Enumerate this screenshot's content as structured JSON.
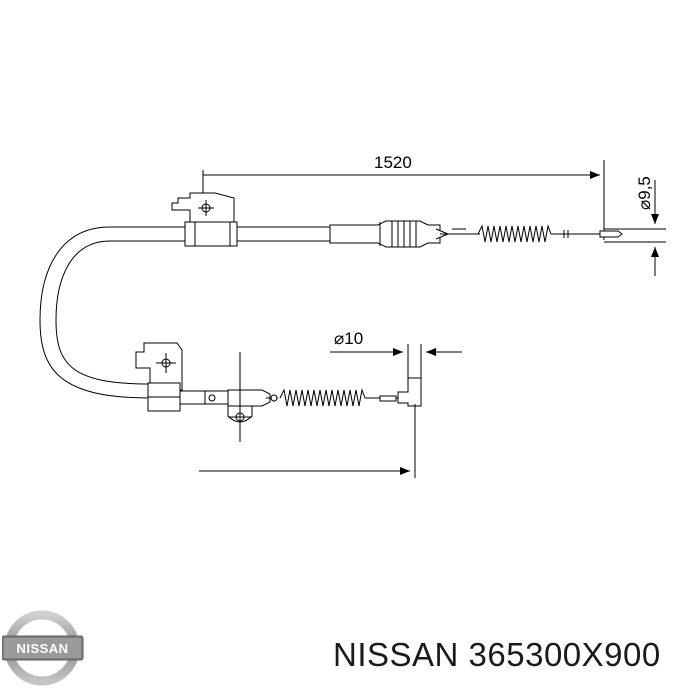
{
  "diagram": {
    "dimensions": {
      "length": "1520",
      "diameter_end": "⌀9,5",
      "diameter_mid": "⌀10"
    }
  },
  "caption": {
    "brand": "NISSAN",
    "part_number": "365300X900"
  },
  "logo": {
    "text": "NISSAN",
    "colors": {
      "ring": "#a7a7a7",
      "band": "#8a8a8a",
      "text": "#ffffff"
    }
  },
  "colors": {
    "line": "#000000",
    "background": "#ffffff"
  }
}
